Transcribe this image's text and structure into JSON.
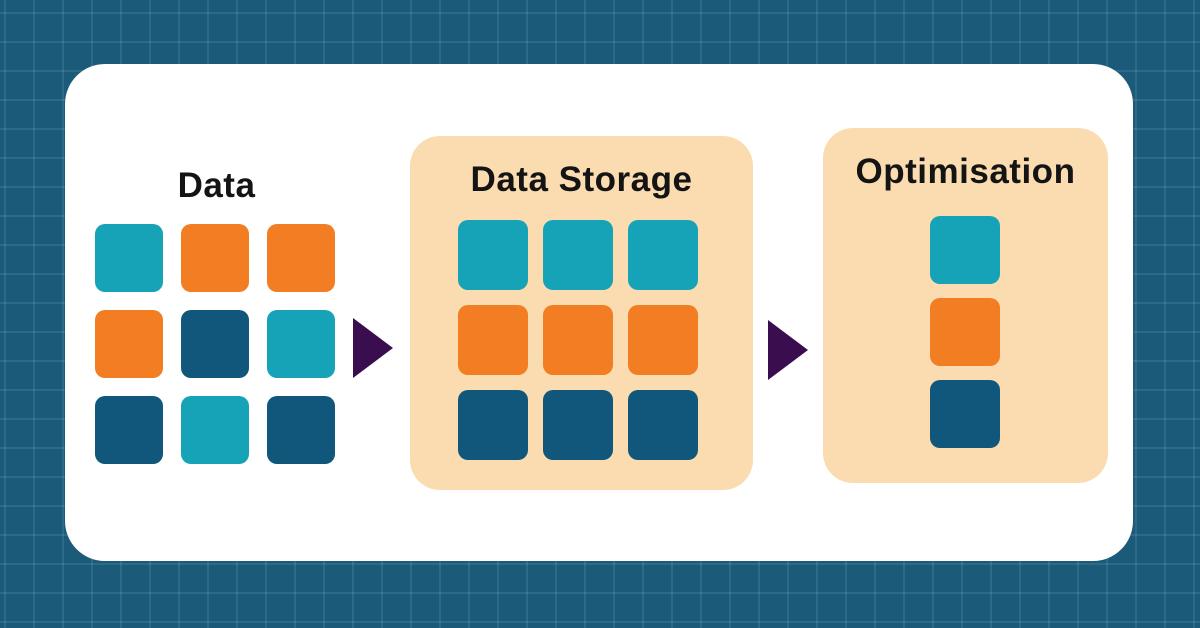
{
  "colors": {
    "background": "#1C5A79",
    "grid_line": "#2E6B88",
    "card": "#FFFFFF",
    "panel": "#FADCB0",
    "teal": "#16A3B7",
    "orange": "#F27D23",
    "navy": "#11567B",
    "arrow": "#3A0D4F",
    "title_text": "#141414"
  },
  "sections": [
    {
      "id": "data",
      "title": "Data",
      "grid": [
        [
          "teal",
          "orange",
          "orange"
        ],
        [
          "orange",
          "navy",
          "teal"
        ],
        [
          "navy",
          "teal",
          "navy"
        ]
      ]
    },
    {
      "id": "data-storage",
      "title": "Data Storage",
      "grid": [
        [
          "teal",
          "teal",
          "teal"
        ],
        [
          "orange",
          "orange",
          "orange"
        ],
        [
          "navy",
          "navy",
          "navy"
        ]
      ]
    },
    {
      "id": "optimisation",
      "title": "Optimisation",
      "grid": [
        [
          "teal"
        ],
        [
          "orange"
        ],
        [
          "navy"
        ]
      ]
    }
  ],
  "arrows": [
    {
      "name": "arrow-data-to-storage",
      "direction": "right"
    },
    {
      "name": "arrow-storage-to-optimisation",
      "direction": "right"
    }
  ]
}
